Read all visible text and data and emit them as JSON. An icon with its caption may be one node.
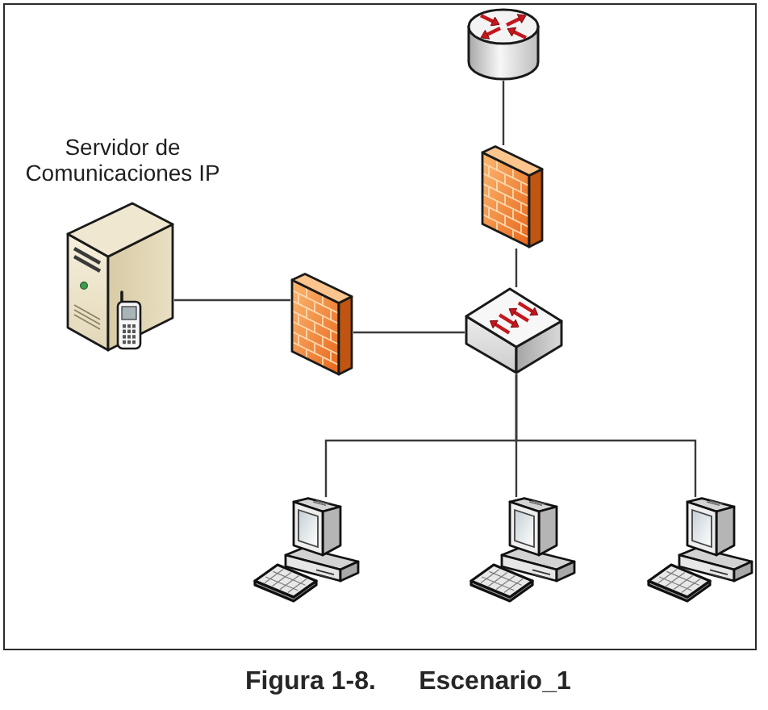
{
  "diagram": {
    "caption": "Figura 1-8.      Escenario_1",
    "nodes": [
      {
        "text": [],
        "shape": "picture"
      },
      {
        "text": [],
        "shape": "picture",
        "beside": [
          "Servidor de Comunicaciones IP"
        ]
      },
      {
        "text": [],
        "shape": "picture"
      },
      {
        "text": [],
        "shape": "picture"
      },
      {
        "text": [],
        "shape": "picture"
      },
      {
        "text": [],
        "shape": "picture"
      },
      {
        "text": [],
        "shape": "picture"
      },
      {
        "text": [],
        "shape": "picture"
      }
    ],
    "edges": [
      {
        "from": 0,
        "to": 2,
        "arrow": "none"
      },
      {
        "from": 2,
        "to": 4,
        "arrow": "none"
      },
      {
        "from": 1,
        "to": 3,
        "arrow": "none"
      },
      {
        "from": 3,
        "to": 4,
        "arrow": "none"
      },
      {
        "from": 4,
        "to": 5,
        "arrow": "none"
      },
      {
        "from": 4,
        "to": 6,
        "arrow": "none"
      },
      {
        "from": 4,
        "to": 7,
        "arrow": "none"
      }
    ]
  }
}
